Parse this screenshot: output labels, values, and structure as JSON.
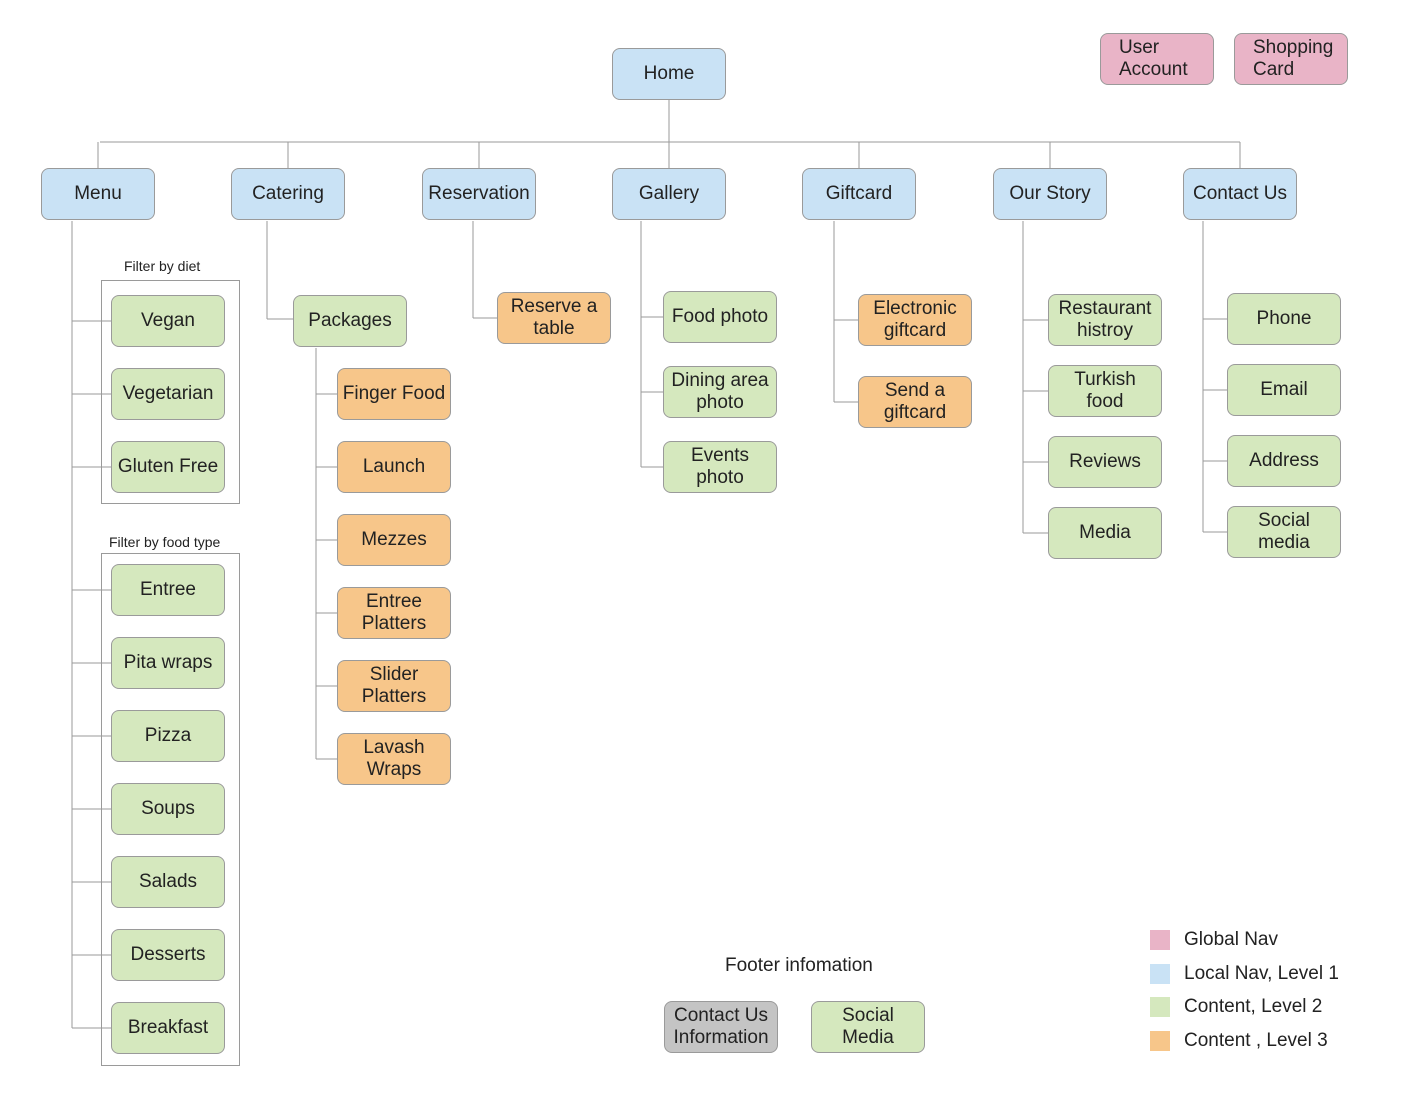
{
  "global_nav": {
    "user_account": "User\nAccount",
    "shopping_card": "Shopping\nCard"
  },
  "home": "Home",
  "level1": {
    "menu": "Menu",
    "catering": "Catering",
    "reservation": "Reservation",
    "gallery": "Gallery",
    "giftcard": "Giftcard",
    "our_story": "Our Story",
    "contact_us": "Contact Us"
  },
  "menu": {
    "diet_caption": "Filter by diet",
    "diet": [
      "Vegan",
      "Vegetarian",
      "Gluten Free"
    ],
    "type_caption": "Filter by food type",
    "types": [
      "Entree",
      "Pita wraps",
      "Pizza",
      "Soups",
      "Salads",
      "Desserts",
      "Breakfast"
    ]
  },
  "catering": {
    "packages": "Packages",
    "items": [
      "Finger Food",
      "Launch",
      "Mezzes",
      "Entree\nPlatters",
      "Slider\nPlatters",
      "Lavash\nWraps"
    ]
  },
  "reservation": {
    "items": [
      "Reserve a\ntable"
    ]
  },
  "gallery": {
    "items": [
      "Food photo",
      "Dining area\nphoto",
      "Events\nphoto"
    ]
  },
  "giftcard": {
    "items": [
      "Electronic\ngiftcard",
      "Send a\ngiftcard"
    ]
  },
  "our_story": {
    "items": [
      "Restaurant\nhistroy",
      "Turkish\nfood",
      "Reviews",
      "Media"
    ]
  },
  "contact_us": {
    "items": [
      "Phone",
      "Email",
      "Address",
      "Social\nmedia"
    ]
  },
  "footer": {
    "title": "Footer infomation",
    "contact": "Contact Us\nInformation",
    "social": "Social Media"
  },
  "legend": [
    {
      "label": "Global Nav",
      "color": "#e9b4c7"
    },
    {
      "label": "Local Nav, Level 1",
      "color": "#c9e2f5"
    },
    {
      "label": "Content, Level 2",
      "color": "#d5e8be"
    },
    {
      "label": "Content , Level 3",
      "color": "#f7c68a"
    }
  ]
}
